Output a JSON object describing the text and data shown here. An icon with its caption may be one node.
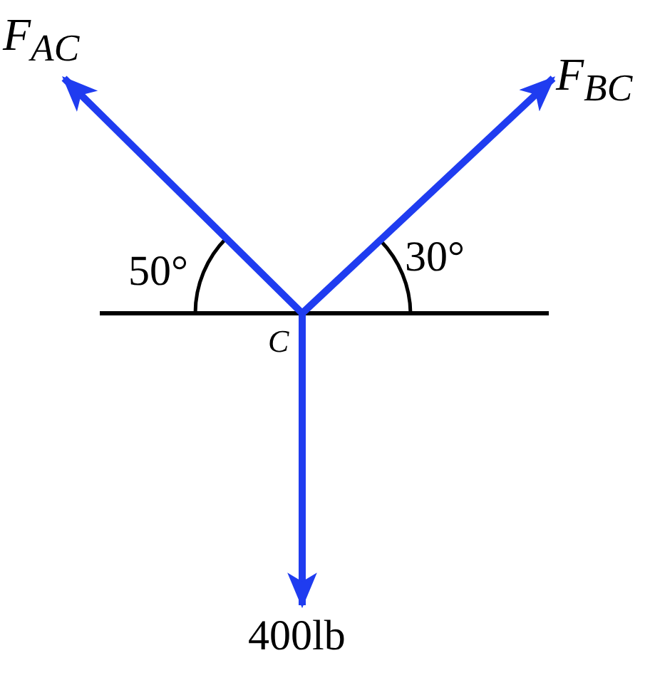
{
  "diagram": {
    "labels": [
      "F$_{AC}$",
      "F$_{BC}$",
      "50°",
      "30°",
      "C",
      "400lb"
    ]
  }
}
